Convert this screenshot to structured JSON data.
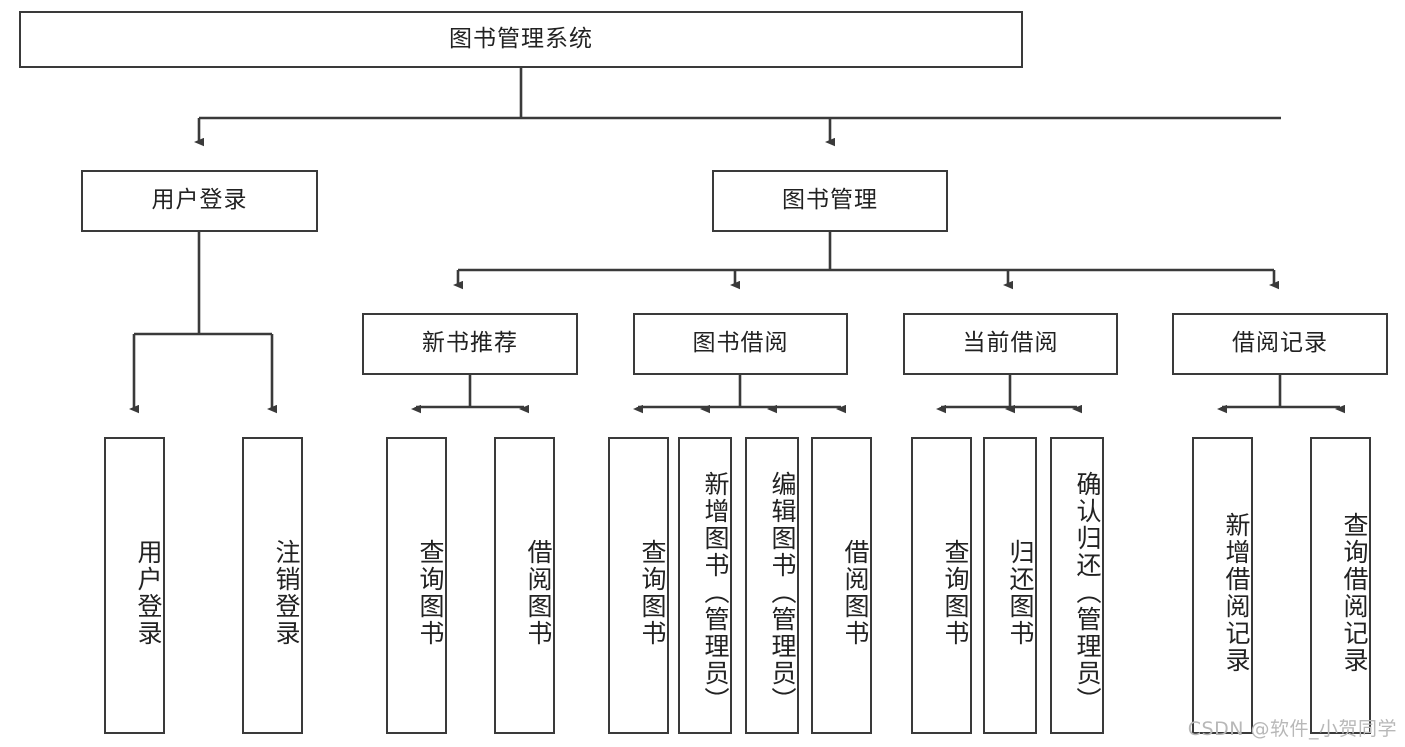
{
  "diagram": {
    "type": "tree-hierarchy-chart",
    "root": {
      "id": "root",
      "label": "图书管理系统"
    },
    "level2": [
      {
        "id": "user-login",
        "label": "用户登录"
      },
      {
        "id": "book-manage",
        "label": "图书管理"
      }
    ],
    "level3": [
      {
        "id": "new-book-rec",
        "label": "新书推荐"
      },
      {
        "id": "book-borrow",
        "label": "图书借阅"
      },
      {
        "id": "current-borrow",
        "label": "当前借阅"
      },
      {
        "id": "borrow-record",
        "label": "借阅记录"
      }
    ],
    "leaves": {
      "user_login": [
        {
          "id": "leaf-user-login",
          "label": "用户登录"
        },
        {
          "id": "leaf-logout",
          "label": "注销登录"
        }
      ],
      "new_book_rec": [
        {
          "id": "leaf-query-book-1",
          "label": "查询图书"
        },
        {
          "id": "leaf-borrow-book-1",
          "label": "借阅图书"
        }
      ],
      "book_borrow": [
        {
          "id": "leaf-query-book-2",
          "label": "查询图书"
        },
        {
          "id": "leaf-add-book",
          "label": "新增图书（管理员）"
        },
        {
          "id": "leaf-edit-book",
          "label": "编辑图书（管理员）"
        },
        {
          "id": "leaf-borrow-book-2",
          "label": "借阅图书"
        }
      ],
      "current_borrow": [
        {
          "id": "leaf-query-book-3",
          "label": "查询图书"
        },
        {
          "id": "leaf-return-book",
          "label": "归还图书"
        },
        {
          "id": "leaf-confirm-return",
          "label": "确认归还（管理员）"
        }
      ],
      "borrow_record": [
        {
          "id": "leaf-add-record",
          "label": "新增借阅记录"
        },
        {
          "id": "leaf-query-record",
          "label": "查询借阅记录"
        }
      ]
    }
  },
  "watermark": {
    "text": "CSDN @软件_小贺同学"
  },
  "colors": {
    "border": "#3a3a3a",
    "text": "#222222",
    "background": "#ffffff",
    "watermark": "#b8b8b8"
  }
}
